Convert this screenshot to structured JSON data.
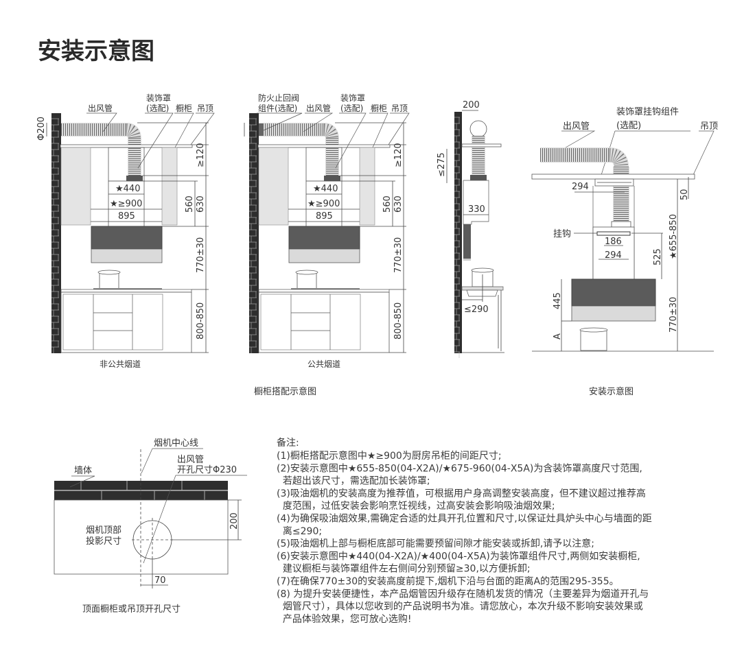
{
  "title": "安装示意图",
  "cabinet_private": {
    "label_duct": "出风管",
    "label_cover_1": "装饰罩",
    "label_cover_2": "(选配)",
    "label_cabinet": "橱柜",
    "label_ceiling": "吊顶",
    "dim_phi": "Φ200",
    "dim_gap": "≥120",
    "dim_560": "560",
    "dim_630": "630",
    "dim_770": "770±30",
    "dim_800": "800-850",
    "dim_440": "★440",
    "dim_900": "★≥900",
    "dim_895": "895",
    "caption": "非公共烟道"
  },
  "cabinet_public": {
    "label_valve_1": "防火止回阀",
    "label_valve_2": "组件(选配)",
    "label_duct": "出风管",
    "label_cover_1": "装饰罩",
    "label_cover_2": "(选配)",
    "label_cabinet": "橱柜",
    "label_ceiling": "吊顶",
    "dim_gap": "≥120",
    "dim_560": "560",
    "dim_630": "630",
    "dim_770": "770±30",
    "dim_800": "800-850",
    "dim_440": "★440",
    "dim_900": "★≥900",
    "dim_895": "895",
    "caption": "公共烟道"
  },
  "cabinet_group_caption": "橱柜搭配示意图",
  "side_view": {
    "dim_200": "200",
    "dim_275": "≤275",
    "dim_330": "330",
    "dim_290": "≤290"
  },
  "install_view": {
    "label_duct": "出风管",
    "label_hook_kit_1": "装饰罩挂钩组件",
    "label_hook_kit_2": "(选配)",
    "label_ceiling": "吊顶",
    "label_hook": "挂钩",
    "dim_294_top": "294",
    "dim_50": "50",
    "dim_655": "★655-850",
    "dim_186": "186",
    "dim_294": "294",
    "dim_525": "525",
    "dim_445": "445",
    "dim_A": "A",
    "dim_770": "770±30",
    "caption": "安装示意图"
  },
  "top_hole": {
    "label_centerline": "烟机中心线",
    "label_wall": "墙体",
    "label_duct_1": "出风管",
    "label_duct_2": "开孔尺寸Φ230",
    "label_proj_1": "烟机顶部",
    "label_proj_2": "投影尺寸",
    "dim_200": "200",
    "dim_70": "70",
    "caption": "顶面橱柜或吊顶开孔尺寸"
  },
  "notes": {
    "heading": "备注:",
    "lines": [
      "(1)橱柜搭配示意图中★≥900为厨房吊柜的间距尺寸;",
      "(2)安装示意图中★655-850(04-X2A)/★675-960(04-X5A)为含装饰罩高度尺寸范围,",
      "  若超出该尺寸，需选配加长装饰罩;",
      "(3)吸油烟机的安装高度为推荐值，可根据用户身高调整安装高度，但不建议超过推荐高",
      "  度范围，过低安装会影响烹饪视线，过高安装会影响吸油烟效果;",
      "(4)为确保吸油烟效果,需确定合适的灶具开孔位置和尺寸,以保证灶具炉头中心与墙面的距",
      "  离≤290;",
      "(5)吸油烟机上部与橱柜底部可能需要预留间隙才能安装或拆卸,请予以注意;",
      "(6)安装示意图中★440(04-X2A)/★400(04-X5A)为装饰罩组件尺寸,两侧如安装橱柜,",
      "  建议橱柜与装饰罩组件左右侧间分别预留≥30,以方便拆卸;",
      "(7)在确保770±30的安装高度前提下,烟机下沿与台面的距离A的范围295-355。",
      "(8) 为提升安装便捷性，本产品烟管因升级存在随机发货的情况（主要差异为烟道开孔与",
      "  烟管尺寸），具体以您收到的产品说明书为准。请您放心，本次升级不影响安装效果或",
      "  产品体验效果，您可放心选购!"
    ]
  },
  "colors": {
    "wall": "#2e2e2e",
    "hood_dark": "#5b5b5b",
    "hood_light": "#dadada",
    "cabinet_fill": "#e4e4e4"
  }
}
